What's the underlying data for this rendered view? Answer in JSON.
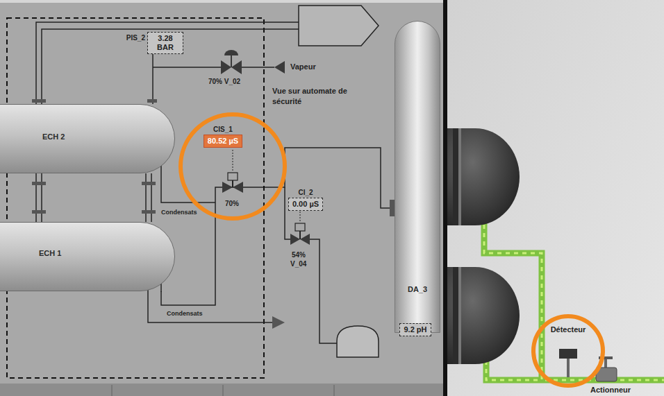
{
  "diagram": {
    "nodes": [
      {
        "text": [
          "PIS_2",
          "3.28 BAR"
        ]
      },
      {
        "text": [
          "ECH 2"
        ]
      },
      {
        "text": [
          "CIS_1",
          "80.52 µS"
        ]
      },
      {
        "text": [
          "CI_2",
          "0.00 µS"
        ]
      },
      {
        "text": [
          "ECH 1"
        ]
      },
      {
        "text": [
          "DA_3"
        ]
      },
      {
        "text": [
          "9.2 pH"
        ]
      }
    ],
    "edges": [
      {
        "from": 4,
        "to": 5,
        "arrow": "none"
      }
    ],
    "labels": [
      "70% V_02",
      "Vapeur",
      "Vue sur automate de sécurité",
      "70%",
      "Condensats",
      "54%",
      "V_04",
      "Condensats",
      "Détecteur",
      "Actionneur"
    ]
  }
}
